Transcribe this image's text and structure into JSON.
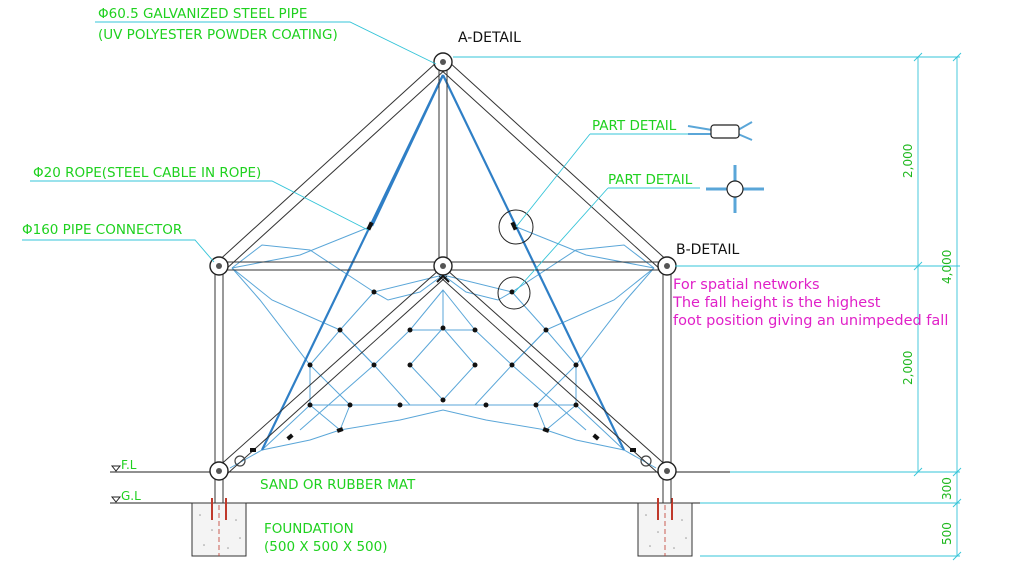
{
  "labels": {
    "pipe_line1": "Φ60.5 GALVANIZED STEEL PIPE",
    "pipe_line2": "(UV POLYESTER POWDER COATING)",
    "rope": "Φ20 ROPE(STEEL CABLE IN ROPE)",
    "connector": "Φ160 PIPE CONNECTOR",
    "a_detail": "A-DETAIL",
    "b_detail": "B-DETAIL",
    "part_detail_1": "PART DETAIL",
    "part_detail_2": "PART DETAIL",
    "fl": "F.L",
    "gl": "G.L",
    "mat": "SAND OR RUBBER MAT",
    "foundation_line1": "FOUNDATION",
    "foundation_line2": "(500 X 500 X 500)"
  },
  "note": {
    "line1": "For spatial networks",
    "line2": "The fall height is the highest",
    "line3": "foot position giving an unimpeded fall"
  },
  "dimensions": {
    "upper": "2,000",
    "lower": "2,000",
    "total": "4,000",
    "mat_depth": "300",
    "foundation_depth": "500"
  },
  "colors": {
    "label_green": "#1fd11f",
    "note_magenta": "#e020c8",
    "rope_blue": "#5aa6d8",
    "leader_cyan": "#34c4d8"
  }
}
